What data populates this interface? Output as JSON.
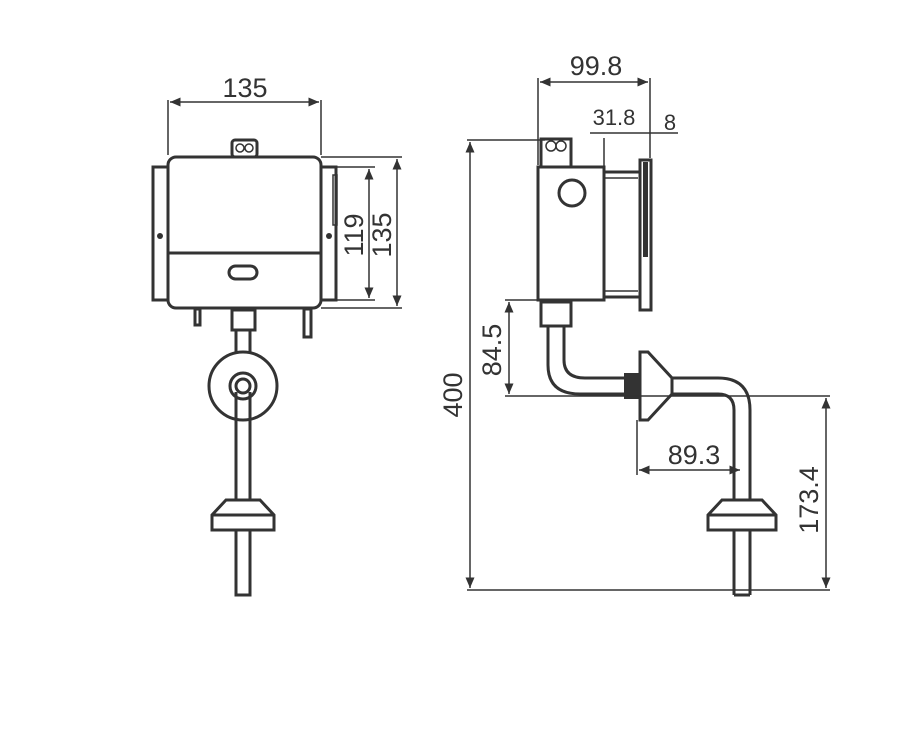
{
  "front_view": {
    "width_label": "135",
    "inner_height_label": "119",
    "height_label": "135"
  },
  "side_view": {
    "depth_label": "99.8",
    "plate_offset_label": "31.8",
    "plate_thickness_label": "8",
    "total_height_label": "400",
    "outlet_drop_label": "84.5",
    "outlet_reach_label": "89.3",
    "pipe_length_label": "173.4"
  },
  "colors": {
    "line": "#333333",
    "background": "#ffffff"
  }
}
